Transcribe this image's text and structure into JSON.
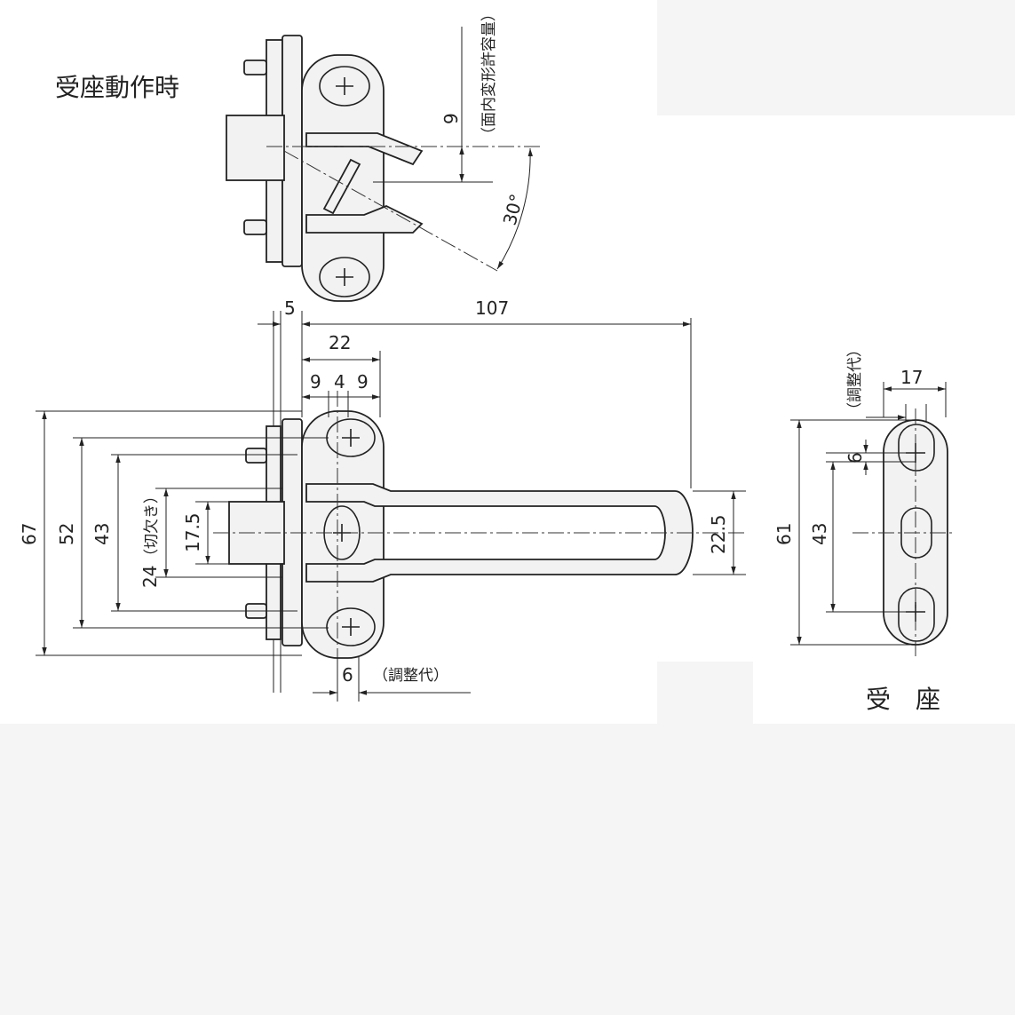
{
  "top_view": {
    "title": "受座動作時",
    "deform_value": "9",
    "deform_note": "（面内変形許容量）",
    "angle": "30°"
  },
  "main_view": {
    "dim_5": "5",
    "dim_107": "107",
    "dim_22": "22",
    "dim_9a": "9",
    "dim_4": "4",
    "dim_9b": "9",
    "dim_67": "67",
    "dim_52": "52",
    "dim_43": "43",
    "dim_24": "24",
    "notch_note": "（切欠き）",
    "dim_17_5": "17.5",
    "dim_22_5": "22.5",
    "dim_6": "6",
    "adjust_note": "（調整代）"
  },
  "receiver_view": {
    "title": "受　座",
    "adjust_note": "（調整代）",
    "dim_17": "17",
    "dim_6": "6",
    "dim_61": "61",
    "dim_43": "43"
  }
}
